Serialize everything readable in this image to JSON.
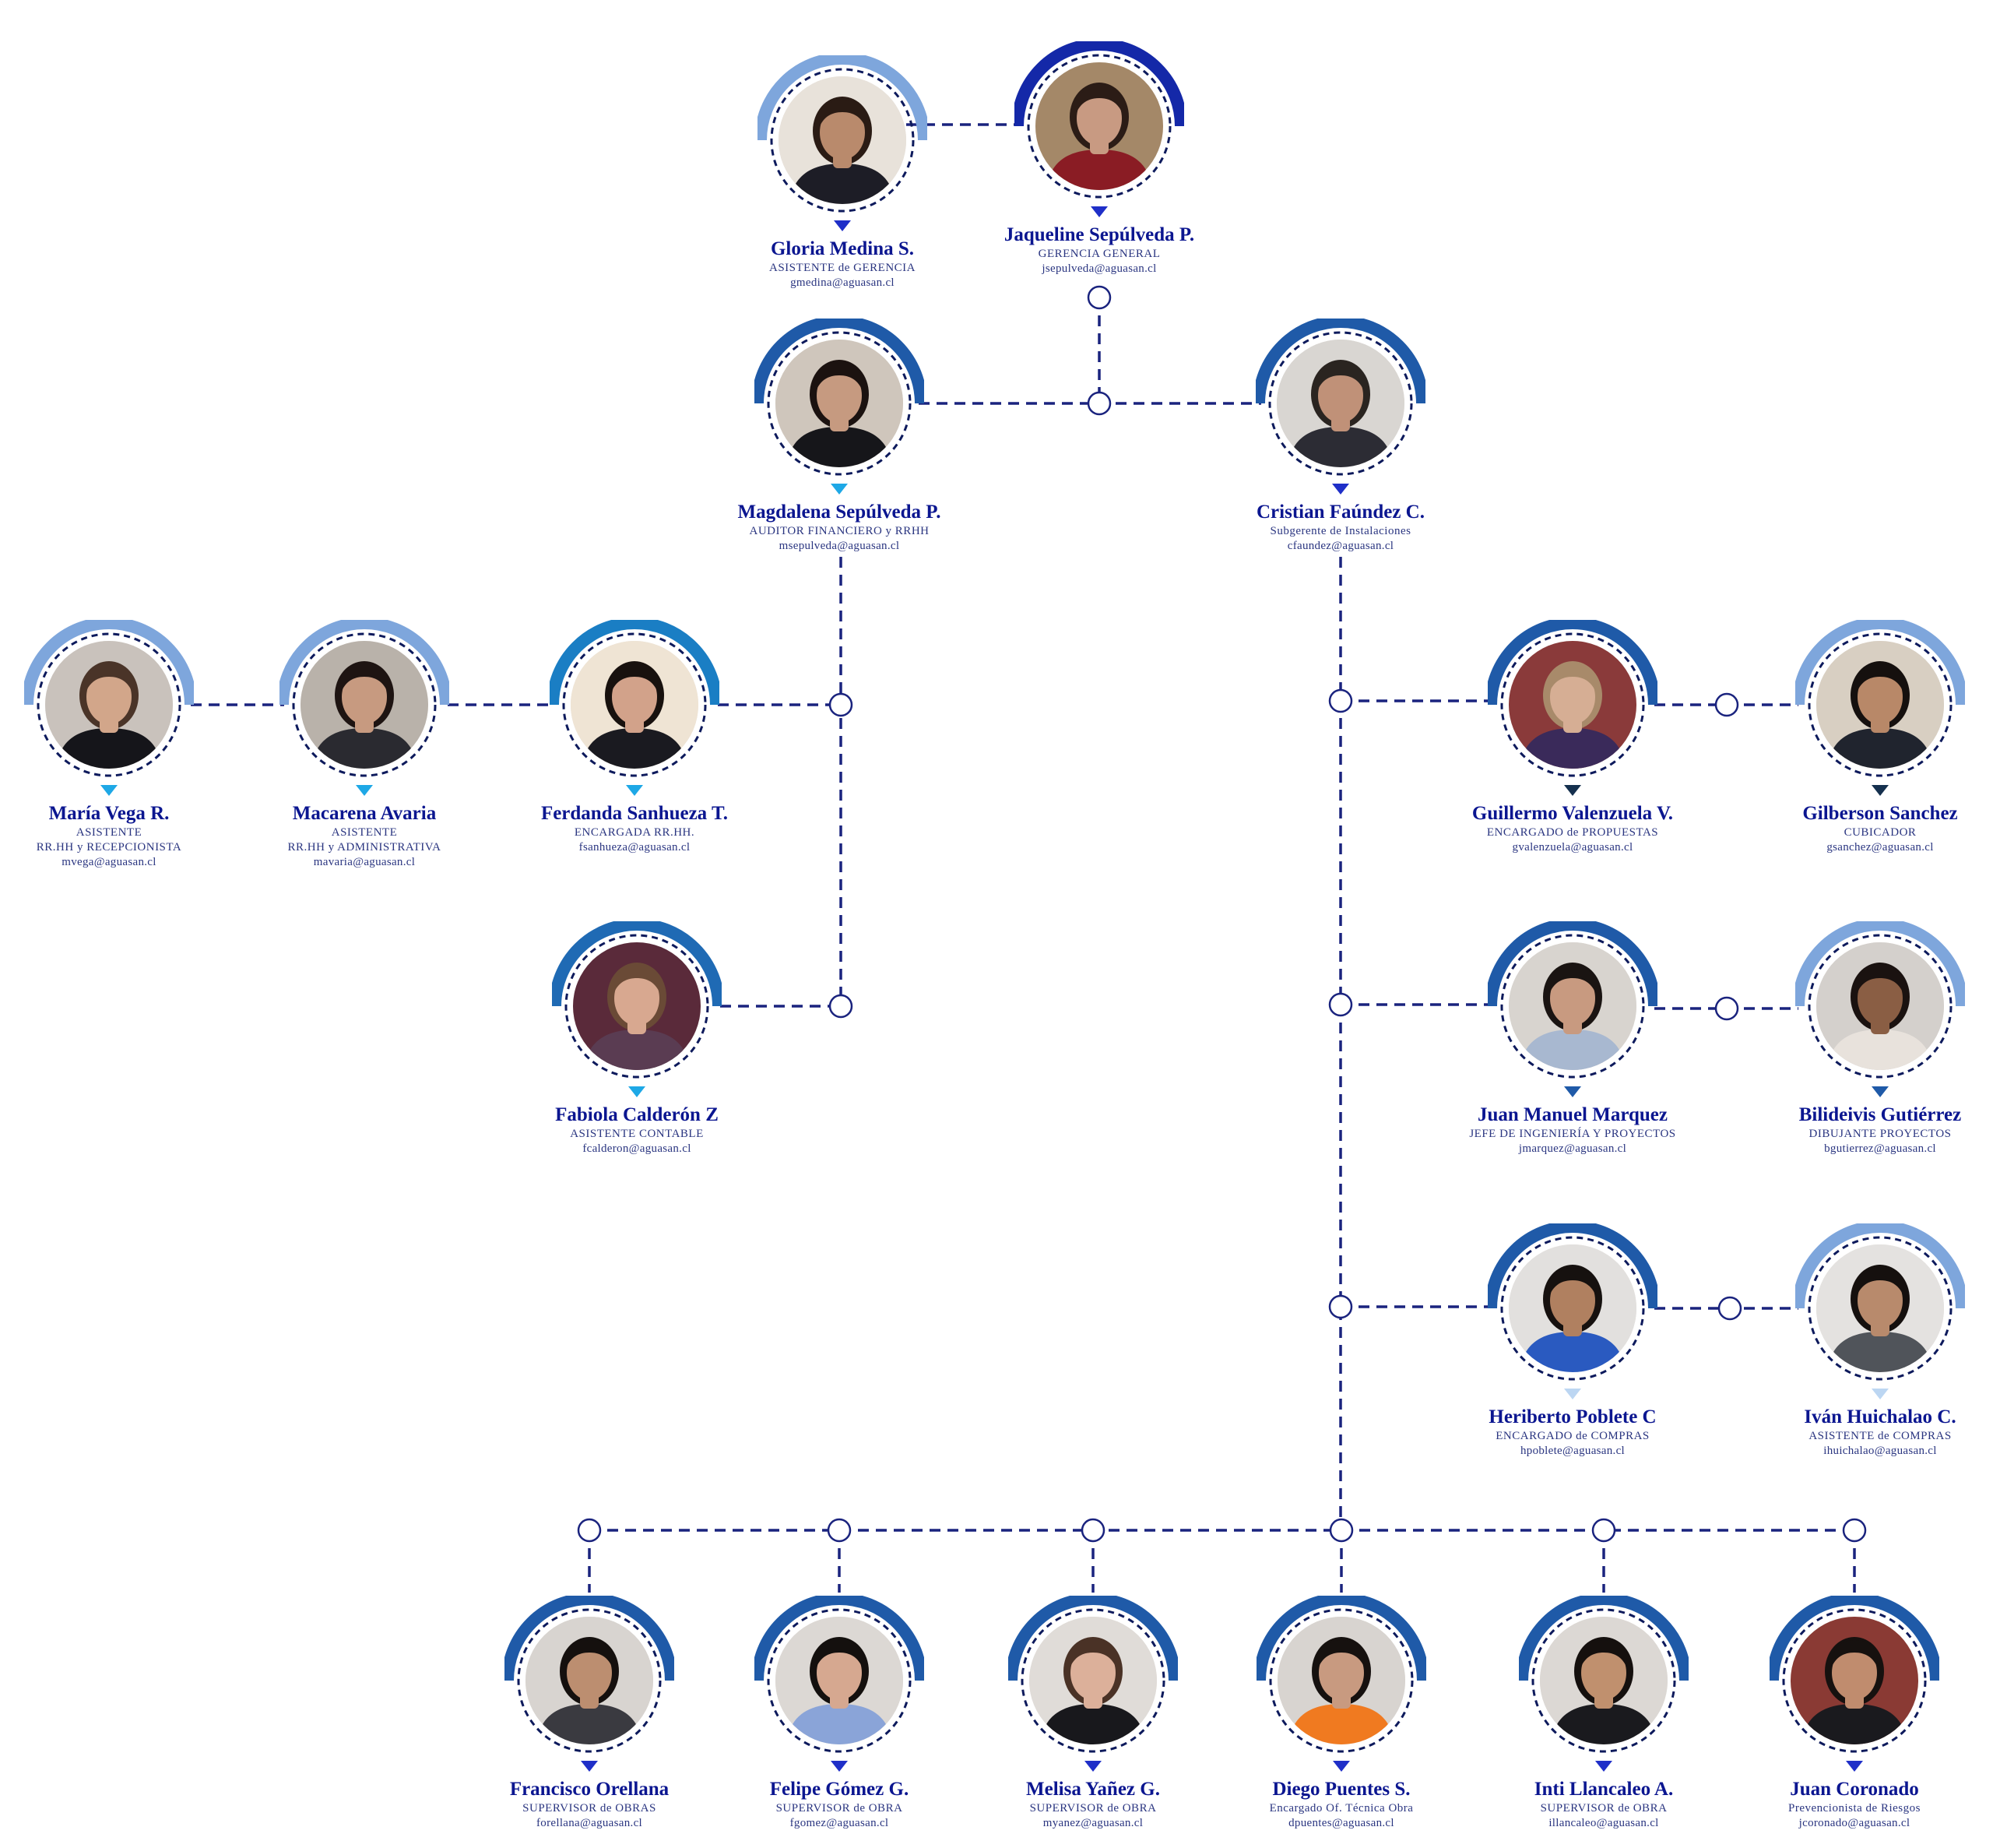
{
  "people": [
    {
      "id": "gloria",
      "name": "Gloria Medina S.",
      "roles": [
        "ASISTENTE de GERENCIA"
      ],
      "email": "gmedina@aguasan.cl",
      "arc": "#7ea6dc",
      "pointer": "#1f2fc8",
      "photo": {
        "skin": "#b98a6c",
        "hair": "#2a1b14",
        "shirt": "#1d1d26",
        "bg": "#e8e2da"
      }
    },
    {
      "id": "jaqueline",
      "name": "Jaqueline Sepúlveda P.",
      "roles": [
        "GERENCIA GENERAL"
      ],
      "email": "jsepulveda@aguasan.cl",
      "arc": "#1428a8",
      "pointer": "#1f2fc8",
      "photo": {
        "skin": "#c89a82",
        "hair": "#2b1c16",
        "shirt": "#8a1c24",
        "bg": "#a48868"
      }
    },
    {
      "id": "magdalena",
      "name": "Magdalena Sepúlveda P.",
      "roles": [
        "AUDITOR FINANCIERO y RRHH"
      ],
      "email": "msepulveda@aguasan.cl",
      "arc": "#1f5aa8",
      "pointer": "#1ea8e6",
      "photo": {
        "skin": "#c69a80",
        "hair": "#1b1210",
        "shirt": "#16161a",
        "bg": "#cfc6bc"
      }
    },
    {
      "id": "cristian",
      "name": "Cristian Faúndez C.",
      "roles": [
        "Subgerente de Instalaciones"
      ],
      "email": "cfaundez@aguasan.cl",
      "arc": "#1f5aa8",
      "pointer": "#1f2fc8",
      "photo": {
        "skin": "#c09178",
        "hair": "#2a2420",
        "shirt": "#2c2c34",
        "bg": "#d9d6d2"
      }
    },
    {
      "id": "maria",
      "name": "María Vega R.",
      "roles": [
        "ASISTENTE",
        "RR.HH y RECEPCIONISTA"
      ],
      "email": "mvega@aguasan.cl",
      "arc": "#7ea6dc",
      "pointer": "#1ea8e6",
      "photo": {
        "skin": "#d2a68a",
        "hair": "#4a3428",
        "shirt": "#15151a",
        "bg": "#c9c2bc"
      }
    },
    {
      "id": "macarena",
      "name": "Macarena Avaria",
      "roles": [
        "ASISTENTE",
        "RR.HH y ADMINISTRATIVA"
      ],
      "email": "mavaria@aguasan.cl",
      "arc": "#7ea6dc",
      "pointer": "#1ea8e6",
      "photo": {
        "skin": "#c79a80",
        "hair": "#1e1412",
        "shirt": "#2a2a30",
        "bg": "#b9b2aa"
      }
    },
    {
      "id": "ferdanda",
      "name": "Ferdanda Sanhueza T.",
      "roles": [
        "ENCARGADA RR.HH."
      ],
      "email": "fsanhueza@aguasan.cl",
      "arc": "#1a7ec4",
      "pointer": "#1ea8e6",
      "photo": {
        "skin": "#d2a28a",
        "hair": "#18110e",
        "shirt": "#1a1a20",
        "bg": "#efe4d4"
      }
    },
    {
      "id": "fabiola",
      "name": "Fabiola Calderón Z",
      "roles": [
        "ASISTENTE CONTABLE"
      ],
      "email": "fcalderon@aguasan.cl",
      "arc": "#1f6ab4",
      "pointer": "#1ea8e6",
      "photo": {
        "skin": "#d8a890",
        "hair": "#6a4a36",
        "shirt": "#5a3c52",
        "bg": "#5a2a3a"
      }
    },
    {
      "id": "guillermo",
      "name": "Guillermo Valenzuela V.",
      "roles": [
        "ENCARGADO de PROPUESTAS"
      ],
      "email": "gvalenzuela@aguasan.cl",
      "arc": "#1f5aa8",
      "pointer": "#15304e",
      "photo": {
        "skin": "#d6ae94",
        "hair": "#a88a6a",
        "shirt": "#3a2a5a",
        "bg": "#8a3a3a"
      }
    },
    {
      "id": "gilberson",
      "name": "Gilberson Sanchez",
      "roles": [
        "CUBICADOR"
      ],
      "email": "gsanchez@aguasan.cl",
      "arc": "#7ea6dc",
      "pointer": "#15304e",
      "photo": {
        "skin": "#b88868",
        "hair": "#15100e",
        "shirt": "#20242e",
        "bg": "#d8cfc2"
      }
    },
    {
      "id": "juanmanuel",
      "name": "Juan Manuel Marquez",
      "roles": [
        "JEFE DE INGENIERÍA Y PROYECTOS"
      ],
      "email": "jmarquez@aguasan.cl",
      "arc": "#1f5aa8",
      "pointer": "#1f5aa8",
      "photo": {
        "skin": "#c89a80",
        "hair": "#1a1412",
        "shirt": "#a8b8d0",
        "bg": "#d8d4cf"
      }
    },
    {
      "id": "bilideivis",
      "name": "Bilideivis Gutiérrez",
      "roles": [
        "DIBUJANTE PROYECTOS"
      ],
      "email": "bgutierrez@aguasan.cl",
      "arc": "#7ea6dc",
      "pointer": "#1f5aa8",
      "photo": {
        "skin": "#8a5e44",
        "hair": "#1a1210",
        "shirt": "#e8e2dc",
        "bg": "#d4d0cc"
      }
    },
    {
      "id": "heriberto",
      "name": "Heriberto Poblete C",
      "roles": [
        "ENCARGADO de COMPRAS"
      ],
      "email": "hpoblete@aguasan.cl",
      "arc": "#1f5aa8",
      "pointer": "#bcd6f2",
      "photo": {
        "skin": "#b08060",
        "hair": "#16110f",
        "shirt": "#2a5ac0",
        "bg": "#e2e0de"
      }
    },
    {
      "id": "ivan",
      "name": "Iván Huichalao C.",
      "roles": [
        "ASISTENTE de COMPRAS"
      ],
      "email": "ihuichalao@aguasan.cl",
      "arc": "#7ea6dc",
      "pointer": "#bcd6f2",
      "photo": {
        "skin": "#b88a6c",
        "hair": "#15100e",
        "shirt": "#50545a",
        "bg": "#e4e2e0"
      }
    },
    {
      "id": "francisco",
      "name": "Francisco Orellana",
      "roles": [
        "SUPERVISOR de OBRAS"
      ],
      "email": "forellana@aguasan.cl",
      "arc": "#1f5aa8",
      "pointer": "#1f2fc8",
      "photo": {
        "skin": "#bc8e70",
        "hair": "#15100e",
        "shirt": "#3a3a40",
        "bg": "#d8d4d0"
      }
    },
    {
      "id": "felipe",
      "name": "Felipe Gómez G.",
      "roles": [
        "SUPERVISOR de OBRA"
      ],
      "email": "fgomez@aguasan.cl",
      "arc": "#1f5aa8",
      "pointer": "#1f2fc8",
      "photo": {
        "skin": "#d6a890",
        "hair": "#14100e",
        "shirt": "#8aa4d8",
        "bg": "#dcd8d4"
      }
    },
    {
      "id": "melisa",
      "name": "Melisa Yañez G.",
      "roles": [
        "SUPERVISOR de OBRA"
      ],
      "email": "myanez@aguasan.cl",
      "arc": "#1f5aa8",
      "pointer": "#1f2fc8",
      "photo": {
        "skin": "#dcb09a",
        "hair": "#4a3226",
        "shirt": "#18181c",
        "bg": "#e0dcd8"
      }
    },
    {
      "id": "diego",
      "name": "Diego Puentes S.",
      "roles": [
        "Encargado Of.  Técnica Obra"
      ],
      "email": "dpuentes@aguasan.cl",
      "arc": "#1f5aa8",
      "pointer": "#1f2fc8",
      "photo": {
        "skin": "#c89a80",
        "hair": "#16110f",
        "shirt": "#f07a20",
        "bg": "#d8d4d0"
      }
    },
    {
      "id": "inti",
      "name": "Inti Llancaleo A.",
      "roles": [
        "SUPERVISOR de OBRA"
      ],
      "email": "illancaleo@aguasan.cl",
      "arc": "#1f5aa8",
      "pointer": "#1f2fc8",
      "photo": {
        "skin": "#c0906e",
        "hair": "#15100e",
        "shirt": "#1a1a1e",
        "bg": "#dcd8d4"
      }
    },
    {
      "id": "juancoronado",
      "name": "Juan Coronado",
      "roles": [
        "Prevencionista de Riesgos"
      ],
      "email": "jcoronado@aguasan.cl",
      "arc": "#1f5aa8",
      "pointer": "#1f2fc8",
      "photo": {
        "skin": "#c08c6e",
        "hair": "#16110f",
        "shirt": "#1a1a1e",
        "bg": "#8a3a34"
      }
    }
  ],
  "colors": {
    "connector": "#1a237e",
    "junction_fill": "#ffffff",
    "ring": "#0d1a5c"
  }
}
